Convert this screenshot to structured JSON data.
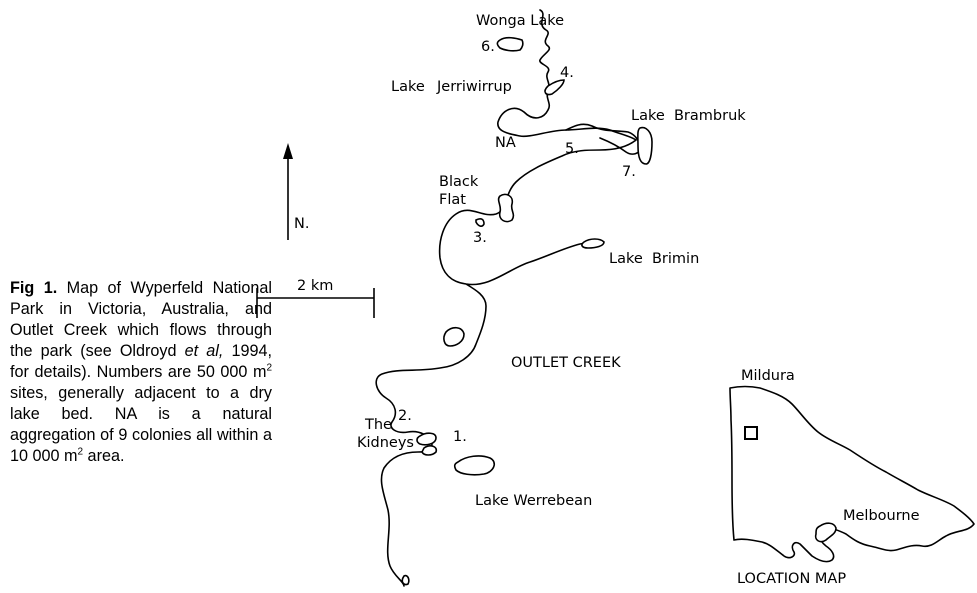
{
  "caption": {
    "figure_label": "Fig 1.",
    "text_before_etal": "Map of Wyperfeld National Park in Victoria, Australia, and Outlet Creek which flows through the park (see Oldroyd ",
    "etal": "et al,",
    "text_after_etal": " 1994, for details). Numbers are 50 000 m",
    "unit_sup_1": "2",
    "text_middle": " sites, generally adjacent to a dry lake bed. NA is a natural aggregation of 9 colonies all within a 10 000 m",
    "unit_sup_2": "2",
    "text_end": " area."
  },
  "labels": {
    "wonga_lake": "Wonga Lake",
    "lake_jerriwirrup_1": "Lake",
    "lake_jerriwirrup_2": "Jerriwirrup",
    "lake_brambruk": "Lake  Brambruk",
    "black_flat_1": "Black",
    "black_flat_2": "Flat",
    "lake_brimin": "Lake  Brimin",
    "outlet_creek": "OUTLET CREEK",
    "the_kidneys_1": "The",
    "the_kidneys_2": "Kidneys",
    "lake_werrebean": "Lake Werrebean",
    "na": "NA",
    "north": "N.",
    "scale": "2 km"
  },
  "sites": [
    "1.",
    "2.",
    "3.",
    "4.",
    "5.",
    "6.",
    "7."
  ],
  "inset": {
    "mildura": "Mildura",
    "melbourne": "Melbourne",
    "title": "LOCATION MAP"
  }
}
